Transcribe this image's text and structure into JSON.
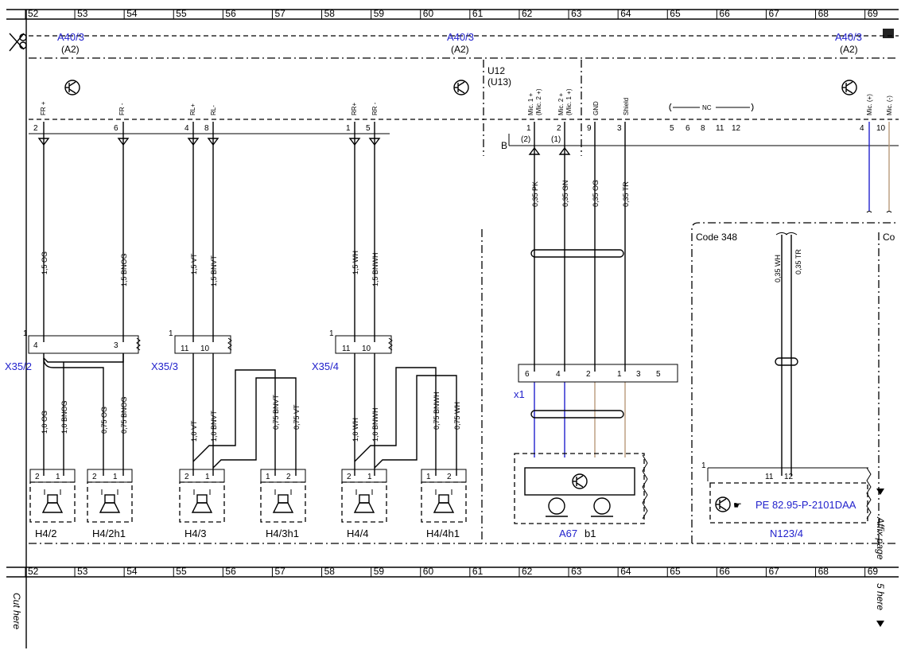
{
  "ruler": {
    "columns": [
      "52",
      "53",
      "54",
      "55",
      "56",
      "57",
      "58",
      "59",
      "60",
      "61",
      "62",
      "63",
      "64",
      "65",
      "66",
      "67",
      "68",
      "69"
    ]
  },
  "module": {
    "name_left": "A40/3",
    "pos_left": "(A2)",
    "name_mid": "A40/3",
    "pos_mid": "(A2)",
    "name_right": "A40/3",
    "pos_right": "(A2)"
  },
  "u12": {
    "line1": "U12",
    "line2": "(U13)"
  },
  "pins_top": [
    {
      "label": "FR +",
      "pin": "2"
    },
    {
      "label": "FR -",
      "pin": "6"
    },
    {
      "label": "RL+",
      "pin": "4"
    },
    {
      "label": "RL-",
      "pin": "8"
    },
    {
      "label": "RR+",
      "pin": "1"
    },
    {
      "label": "RR -",
      "pin": "5"
    }
  ],
  "mic_pins": [
    {
      "label": "Mic. 1 +",
      "alt": "(Mic. 2 +)",
      "pin": "1",
      "alt_pin": "(2)"
    },
    {
      "label": "Mic. 2 +",
      "alt": "(Mic. 1 +)",
      "pin": "2",
      "alt_pin": "(1)"
    },
    {
      "label": "GND",
      "pin": "9"
    },
    {
      "label": "Shield",
      "pin": "3"
    }
  ],
  "nc": {
    "label": "NC",
    "pins": [
      "5",
      "6",
      "8",
      "11",
      "12"
    ]
  },
  "mic_right": [
    {
      "label": "Mic. (+)",
      "pin": "4"
    },
    {
      "label": "Mic. (-)",
      "pin": "10"
    }
  ],
  "b_label": "B",
  "wires_upper": [
    "1,5 OG",
    "1,5 BNOG",
    "1,5 VT",
    "1,5 BNVT",
    "1,5 WH",
    "1,5 BNWH"
  ],
  "wires_mic": [
    "0,35 PK",
    "0,35 GN",
    "0,35 OG",
    "0,35 TR"
  ],
  "code348": {
    "label": "Code 348",
    "wires": [
      "0,35 WH",
      "0,35 TR"
    ],
    "partial": "Co"
  },
  "connectors": [
    {
      "name": "X35/2",
      "pin_a": "4",
      "pin_b": "3",
      "one": "1"
    },
    {
      "name": "X35/3",
      "pin_a": "11",
      "pin_b": "10",
      "one": "1"
    },
    {
      "name": "X35/4",
      "pin_a": "11",
      "pin_b": "10",
      "one": "1"
    }
  ],
  "x1": {
    "name": "x1",
    "pins": [
      "6",
      "4",
      "2",
      "1",
      "3",
      "5"
    ]
  },
  "wires_lower": [
    "1,0 OG",
    "1,0 BNOG",
    "0,75 OG",
    "0,75 BNOG",
    "1,0 VT",
    "1,0 BNVT",
    "0,75 BNVT",
    "0,75 VT",
    "1,0 WH",
    "1,0 BNWH",
    "0,75 BNWH",
    "0,75 WH"
  ],
  "speakers": [
    {
      "name": "H4/2",
      "p1": "2",
      "p2": "1"
    },
    {
      "name": "H4/2h1",
      "p1": "2",
      "p2": "1"
    },
    {
      "name": "H4/3",
      "p1": "2",
      "p2": "1"
    },
    {
      "name": "H4/3h1",
      "p1": "1",
      "p2": "2"
    },
    {
      "name": "H4/4",
      "p1": "2",
      "p2": "1"
    },
    {
      "name": "H4/4h1",
      "p1": "1",
      "p2": "2"
    }
  ],
  "a67": {
    "name": "A67",
    "sub": "b1"
  },
  "n123": {
    "name": "N123/4",
    "pe": "PE 82.95-P-2101DAA",
    "pins": [
      "11",
      "12"
    ],
    "one": "1"
  },
  "cut_here": "Cut here",
  "affix_top": "Affix page",
  "affix_bottom": "5 here",
  "colors": {
    "link": "#2222cc",
    "tan": "#b89a7a"
  }
}
